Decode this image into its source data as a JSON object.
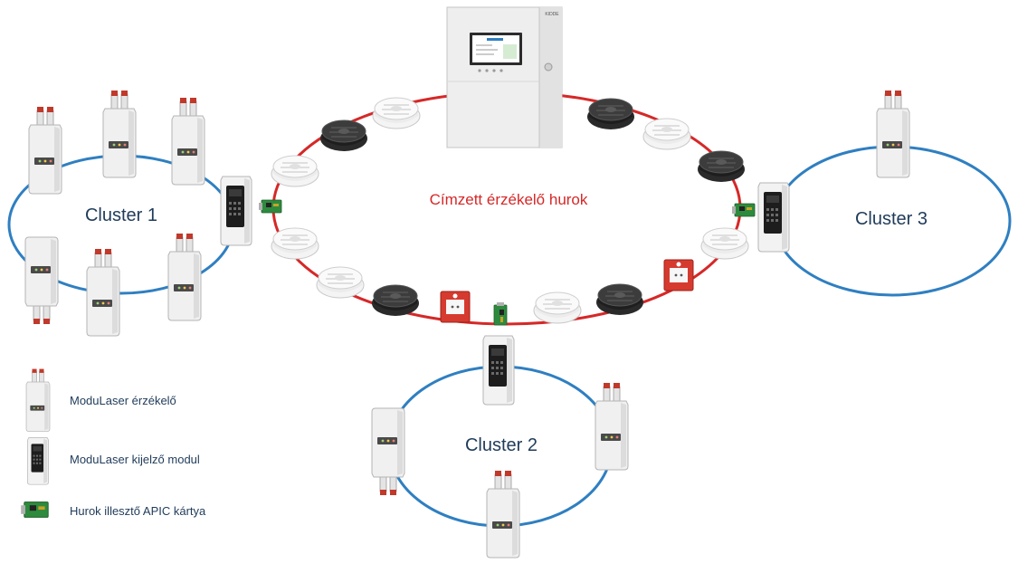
{
  "loop_label": "Címzett érzékelő hurok",
  "panel": {
    "brand": "KIDDE"
  },
  "clusters": [
    {
      "id": "c1",
      "label": "Cluster 1"
    },
    {
      "id": "c2",
      "label": "Cluster 2"
    },
    {
      "id": "c3",
      "label": "Cluster 3"
    }
  ],
  "legend": [
    {
      "icon": "modulaser-detector-icon",
      "label": "ModuLaser érzékelő"
    },
    {
      "icon": "modulaser-display-module-icon",
      "label": "ModuLaser kijelző modul"
    },
    {
      "icon": "apic-card-icon",
      "label": "Hurok illesztő APIC kártya"
    }
  ],
  "colors": {
    "loop": "#d62828",
    "cluster_ring": "#2f7fc1",
    "loop_text": "#d62828",
    "cluster_text": "#1f3b5a",
    "legend_text": "#1f3b5a"
  }
}
